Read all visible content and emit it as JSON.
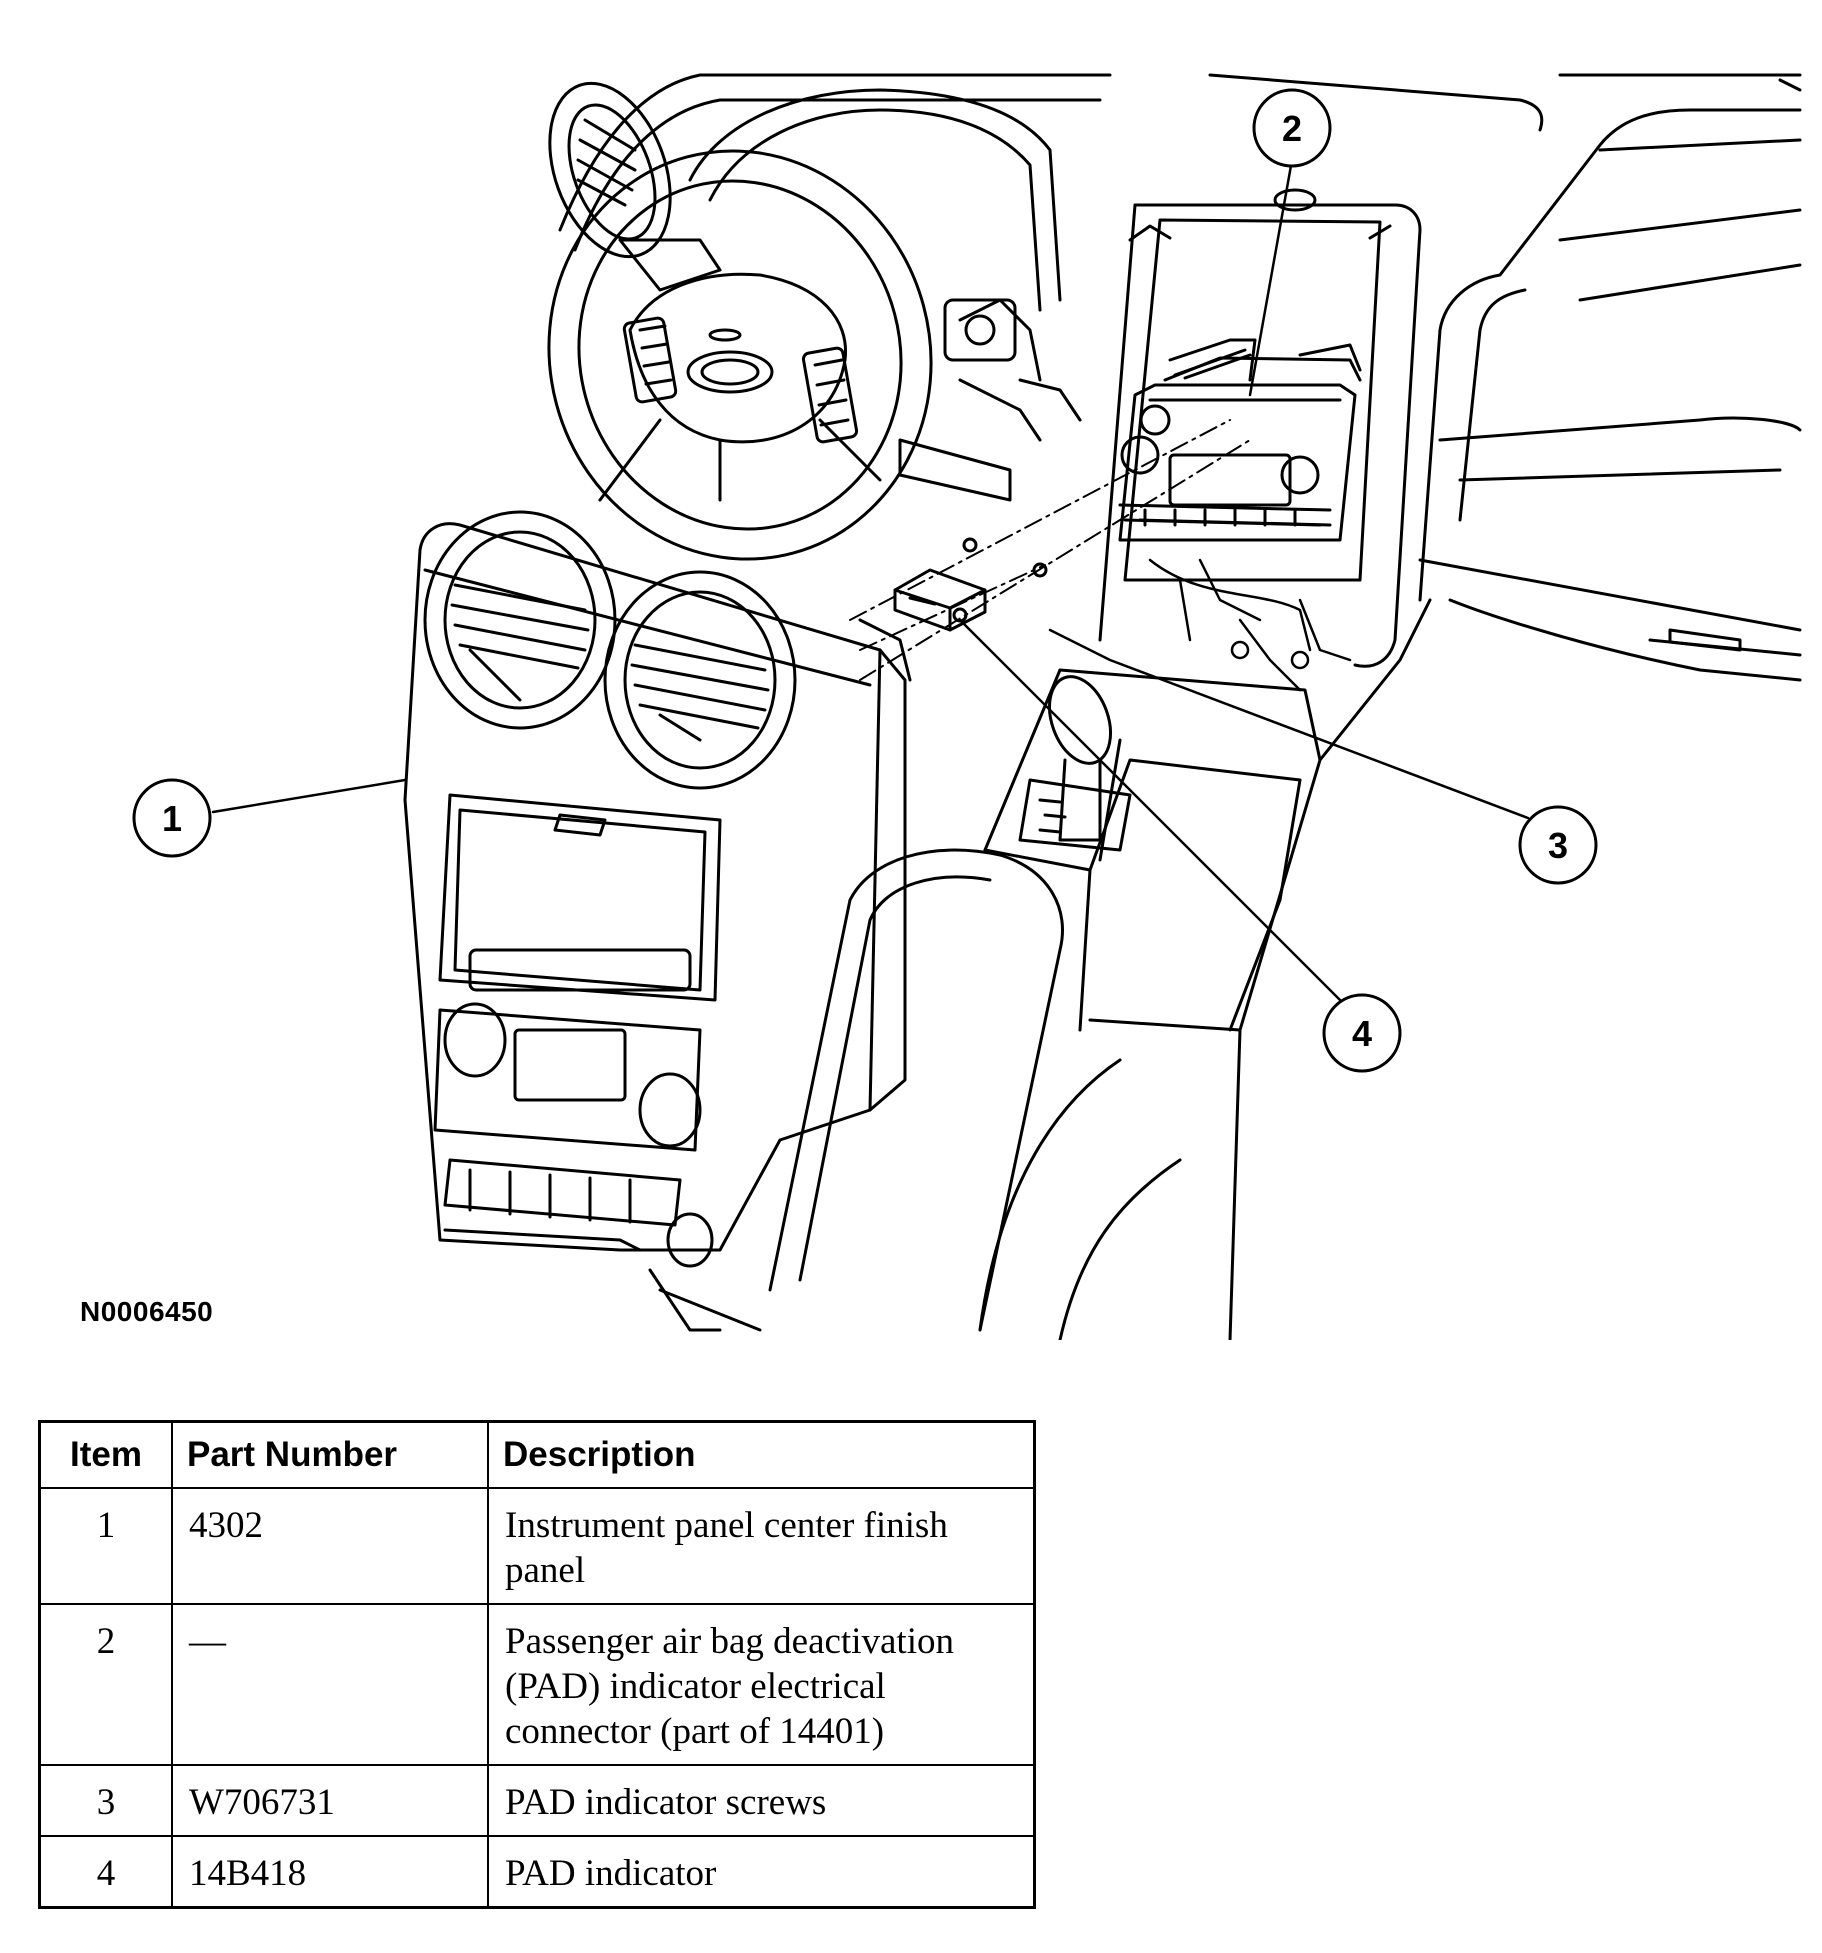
{
  "figure": {
    "id": "N0006450",
    "callouts": [
      "1",
      "2",
      "3",
      "4"
    ]
  },
  "table": {
    "headers": {
      "item": "Item",
      "part_number": "Part Number",
      "description": "Description"
    },
    "rows": [
      {
        "item": "1",
        "part_number": "4302",
        "description": "Instrument panel center finish panel"
      },
      {
        "item": "2",
        "part_number": "—",
        "description": "Passenger air bag deactivation (PAD) indicator electrical connector (part of 14401)"
      },
      {
        "item": "3",
        "part_number": "W706731",
        "description": "PAD indicator screws"
      },
      {
        "item": "4",
        "part_number": "14B418",
        "description": "PAD indicator"
      }
    ]
  }
}
